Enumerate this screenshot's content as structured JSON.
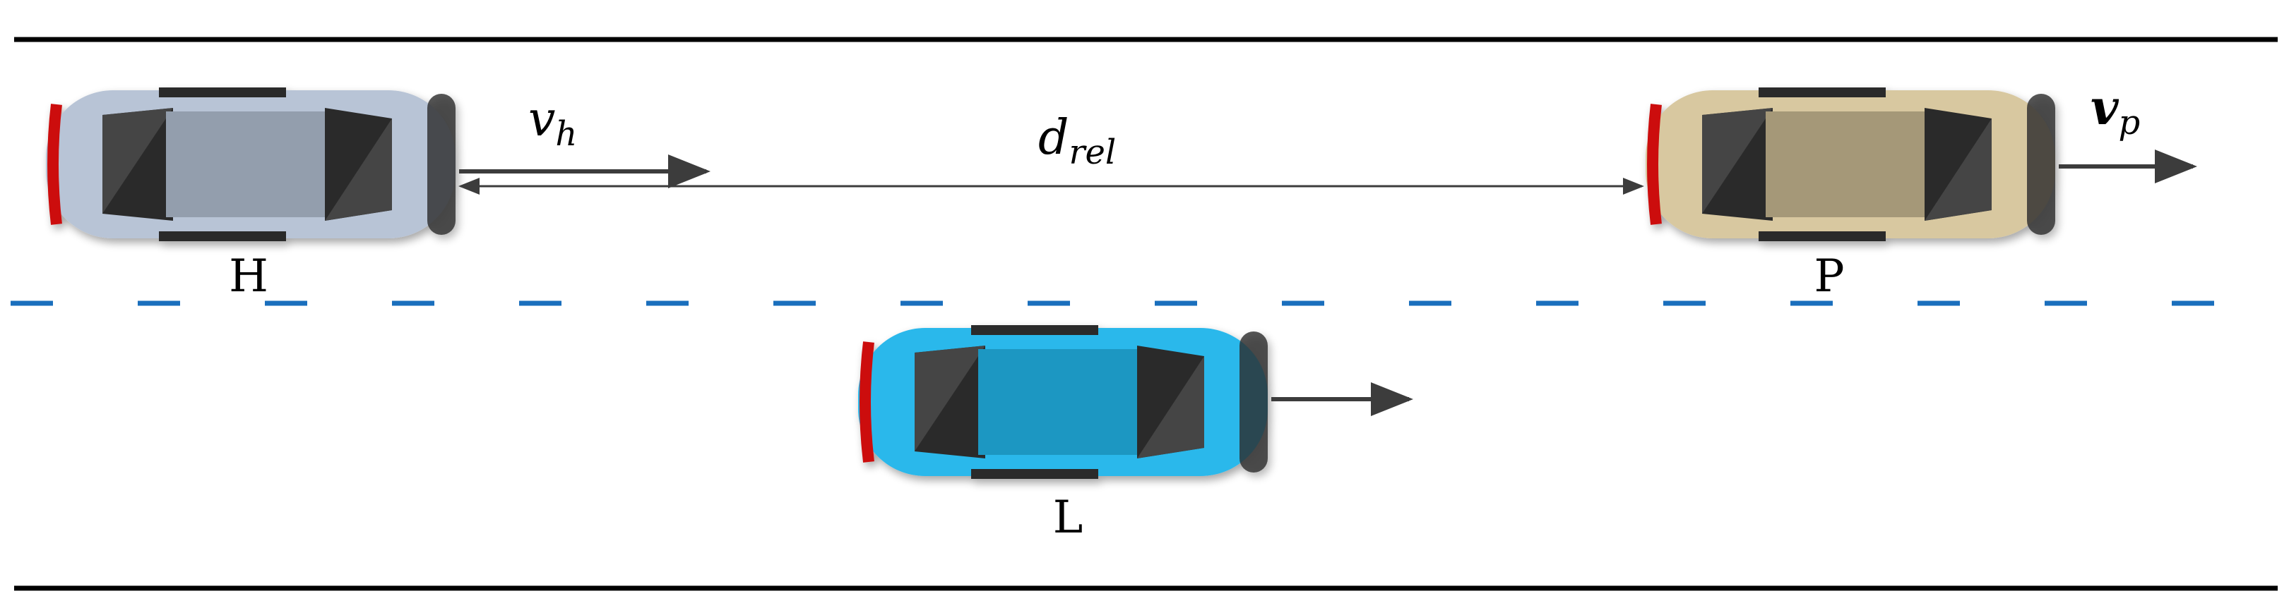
{
  "diagram": {
    "cars": [
      {
        "id": "host",
        "label": "H",
        "body_color": "#b8c4d6",
        "roof_color": "#939ead"
      },
      {
        "id": "preceding",
        "label": "P",
        "body_color": "#d8c8a0",
        "roof_color": "#a59878"
      },
      {
        "id": "lateral",
        "label": "L",
        "body_color": "#2bb8eb",
        "roof_color": "#1e97c2"
      }
    ],
    "annotations": {
      "host_speed": {
        "symbol": "v",
        "subscript": "h"
      },
      "preceding_speed": {
        "symbol": "v",
        "subscript": "p"
      },
      "relative_distance": {
        "symbol": "d",
        "subscript": "rel"
      }
    },
    "colors": {
      "road_edge": "#000000",
      "lane_divider": "#1a6fbd",
      "arrow": "#3c3c3c",
      "tail_light": "#cc1111"
    }
  }
}
